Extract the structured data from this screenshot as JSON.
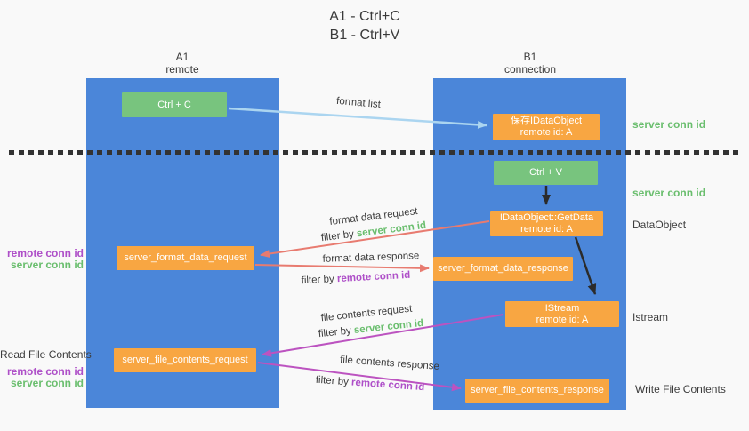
{
  "title": {
    "line1": "A1 - Ctrl+C",
    "line2": "B1 - Ctrl+V"
  },
  "columns": {
    "left": {
      "name": "A1",
      "role": "remote"
    },
    "right": {
      "name": "B1",
      "role": "connection"
    }
  },
  "nodes": {
    "ctrl_c": {
      "label": "Ctrl + C"
    },
    "save_dataobject": {
      "line1": "保存IDataObject",
      "line2": "remote id: A"
    },
    "ctrl_v": {
      "label": "Ctrl + V"
    },
    "getdata": {
      "line1": "IDataObject::GetData",
      "line2": "remote id: A"
    },
    "format_request": {
      "label": "server_format_data_request"
    },
    "format_response": {
      "label": "server_format_data_response"
    },
    "istream": {
      "line1": "IStream",
      "line2": "remote id: A"
    },
    "file_request": {
      "label": "server_file_contents_request"
    },
    "file_response": {
      "label": "server_file_contents_response"
    }
  },
  "flow_labels": {
    "format_list": "format list",
    "format_data_request": "format data request",
    "format_data_response": "format data response",
    "file_contents_request": "file contents request",
    "file_contents_response": "file contents response",
    "filter_by": "filter by ",
    "server_conn_id": "server conn id",
    "remote_conn_id": "remote conn id"
  },
  "side_labels": {
    "left": [
      {
        "text": "remote conn id"
      },
      {
        "text": "server conn id"
      },
      {
        "text": "Read File Contents"
      },
      {
        "text": "remote conn id"
      },
      {
        "text": "server conn id"
      }
    ],
    "right": [
      {
        "text": "server conn id"
      },
      {
        "text": "server conn id"
      },
      {
        "text": "DataObject"
      },
      {
        "text": "Istream"
      },
      {
        "text": "Write File Contents"
      }
    ]
  },
  "colors": {
    "column_blue": "#4b86d9",
    "box_green": "#78c47e",
    "box_orange": "#f8a642",
    "text_green": "#6abe6e",
    "text_purple": "#ae4fc8",
    "arrow_light_blue": "#abd5f0",
    "arrow_salmon": "#e87b70",
    "arrow_magenta": "#bc53c0",
    "arrow_black": "#2b2b2b",
    "background": "#f9f9f9"
  }
}
